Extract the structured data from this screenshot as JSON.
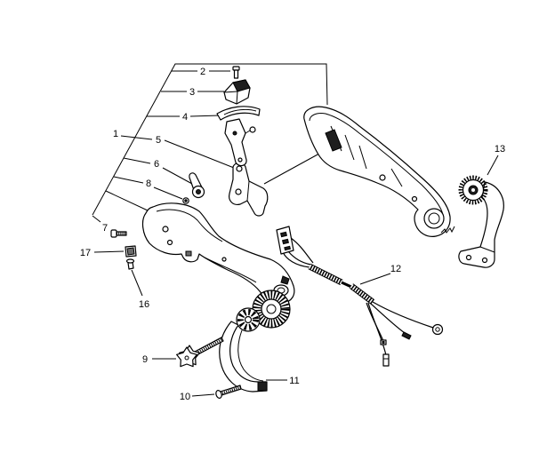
{
  "labels": {
    "part_1": "1",
    "part_2": "2",
    "part_3": "3",
    "part_4": "4",
    "part_5": "5",
    "part_6": "6",
    "part_7": "7",
    "part_8": "8",
    "part_9": "9",
    "part_10": "10",
    "part_11": "11",
    "part_12": "12",
    "part_13": "13",
    "part_16": "16",
    "part_17": "17"
  }
}
